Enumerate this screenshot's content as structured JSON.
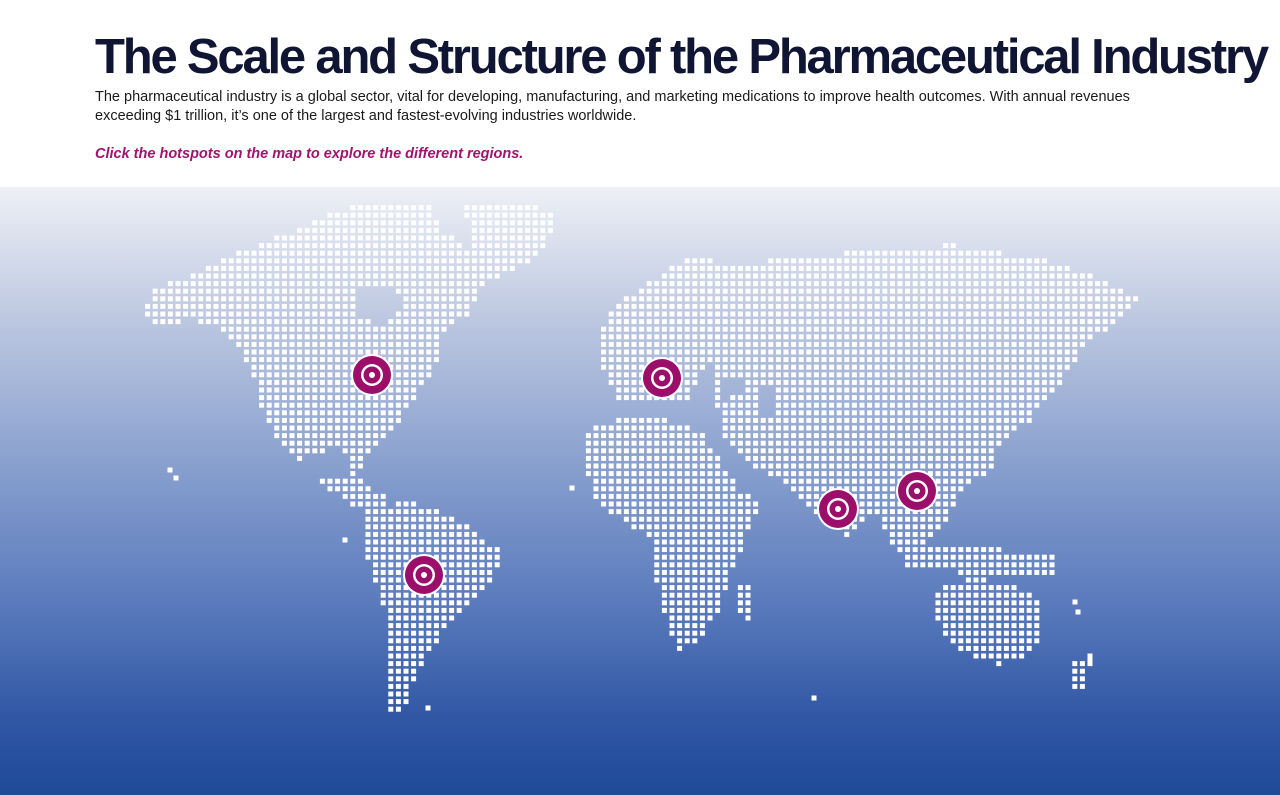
{
  "header": {
    "title": "The Scale and Structure of the Pharmaceutical Industry",
    "intro": "The pharmaceutical industry is a global sector, vital for developing, manufacturing, and marketing medications to improve health outcomes. With annual revenues exceeding $1 trillion, it’s one of the largest and fastest-evolving industries worldwide.",
    "instruction": "Click the hotspots on the map to explore the different regions."
  },
  "map": {
    "icon": "dotted-world-map",
    "colors": {
      "dots": "#ffffff",
      "hotspot": "#9b0f6b",
      "gradient_top": "#eef0f6",
      "gradient_bottom": "#1e4a98"
    },
    "hotspots": [
      {
        "name": "hotspot-north-america",
        "icon": "target-icon"
      },
      {
        "name": "hotspot-europe",
        "icon": "target-icon"
      },
      {
        "name": "hotspot-south-america",
        "icon": "target-icon"
      },
      {
        "name": "hotspot-india",
        "icon": "target-icon"
      },
      {
        "name": "hotspot-east-asia",
        "icon": "target-icon"
      }
    ]
  }
}
